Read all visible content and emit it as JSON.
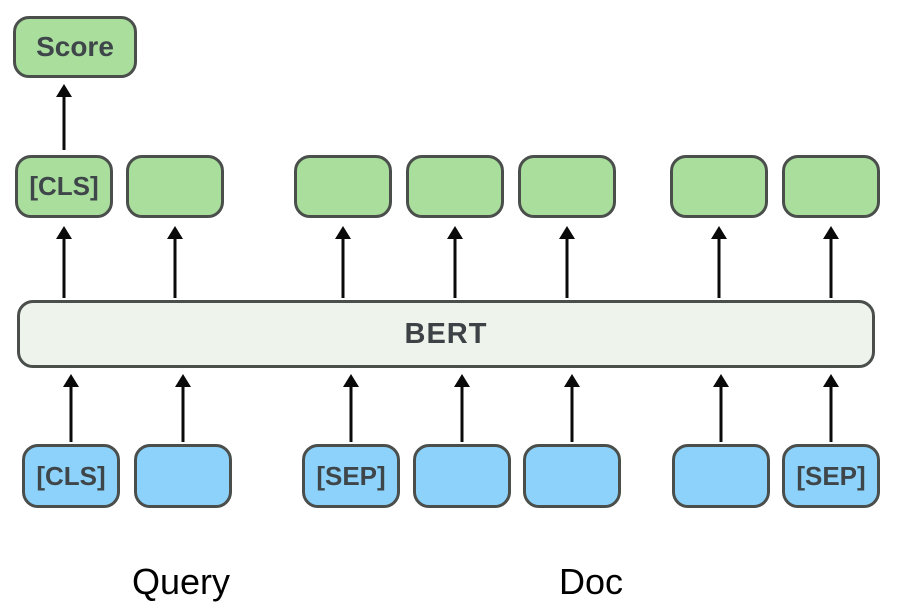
{
  "score_box": {
    "label": "Score"
  },
  "bert_bar": {
    "label": "BERT"
  },
  "output_tokens": [
    {
      "label": "[CLS]"
    },
    {
      "label": ""
    },
    {
      "label": ""
    },
    {
      "label": ""
    },
    {
      "label": ""
    },
    {
      "label": ""
    },
    {
      "label": ""
    }
  ],
  "input_tokens": [
    {
      "label": "[CLS]"
    },
    {
      "label": ""
    },
    {
      "label": "[SEP]"
    },
    {
      "label": ""
    },
    {
      "label": ""
    },
    {
      "label": ""
    },
    {
      "label": "[SEP]"
    }
  ],
  "group_labels": {
    "query": "Query",
    "doc": "Doc"
  },
  "colors": {
    "output_token_fill": "#A9DE9C",
    "input_token_fill": "#8DD2FA",
    "bert_fill": "#EEF4EC",
    "box_border": "#4A4F4C",
    "box_text": "#3F464A",
    "arrow": "#0A0A0A",
    "label_text": "#000000"
  }
}
